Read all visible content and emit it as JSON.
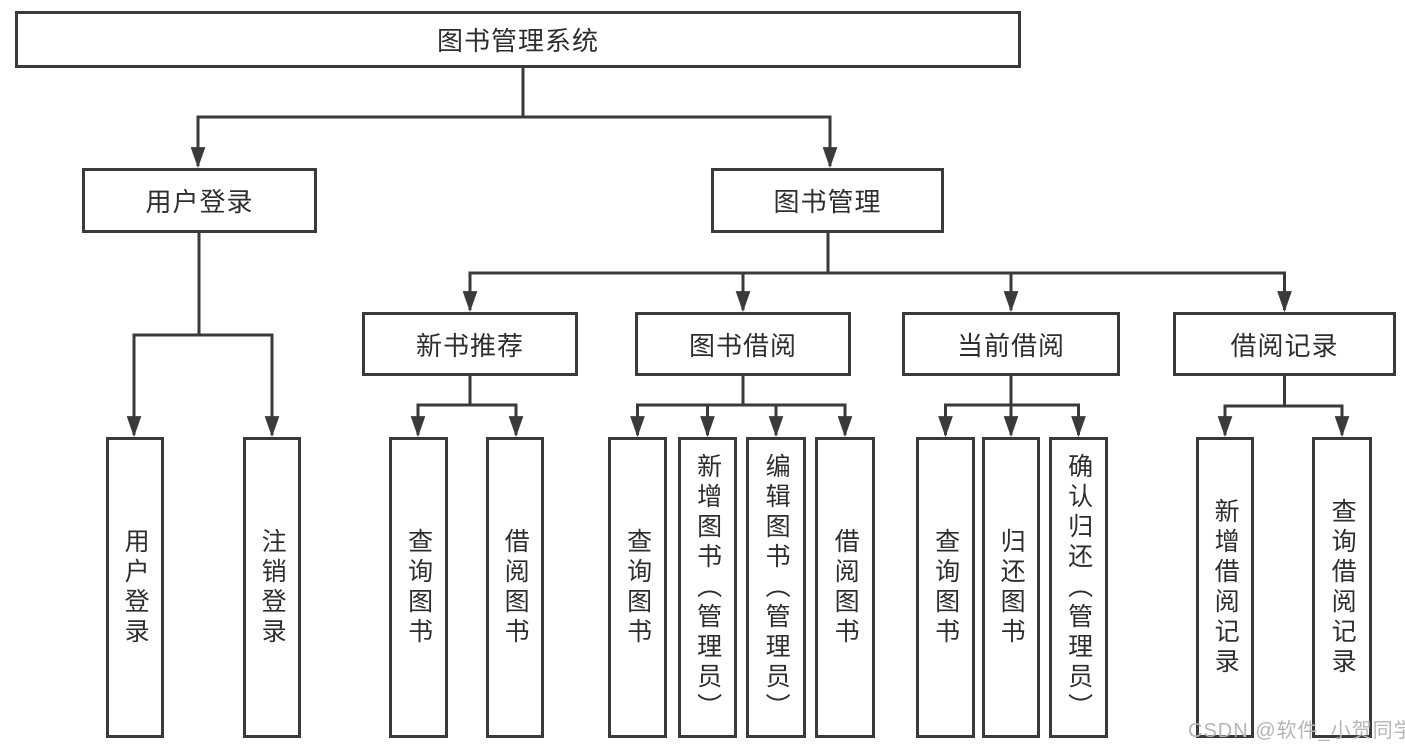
{
  "colors": {
    "line": "#3a3a3a",
    "box_border": "#3a3a3a",
    "box_fill": "#ffffff",
    "label_text": "#2e2e2e",
    "watermark_text": "#b5b5b5",
    "page_bg": "#ffffff"
  },
  "root": {
    "label": "图书管理系统"
  },
  "branches": [
    {
      "label": "用户登录",
      "children": [
        {
          "label": "用户登录"
        },
        {
          "label": "注销登录"
        }
      ]
    },
    {
      "label": "图书管理",
      "children": [
        {
          "label": "新书推荐",
          "children": [
            {
              "label": "查询图书"
            },
            {
              "label": "借阅图书"
            }
          ]
        },
        {
          "label": "图书借阅",
          "children": [
            {
              "label": "查询图书"
            },
            {
              "label": "新增图书（管理员）"
            },
            {
              "label": "编辑图书（管理员）"
            },
            {
              "label": "借阅图书"
            }
          ]
        },
        {
          "label": "当前借阅",
          "children": [
            {
              "label": "查询图书"
            },
            {
              "label": "归还图书"
            },
            {
              "label": "确认归还（管理员）"
            }
          ]
        },
        {
          "label": "借阅记录",
          "children": [
            {
              "label": "新增借阅记录"
            },
            {
              "label": "查询借阅记录"
            }
          ]
        }
      ]
    }
  ],
  "watermark": {
    "text": "CSDN @软件_小贺同学"
  }
}
